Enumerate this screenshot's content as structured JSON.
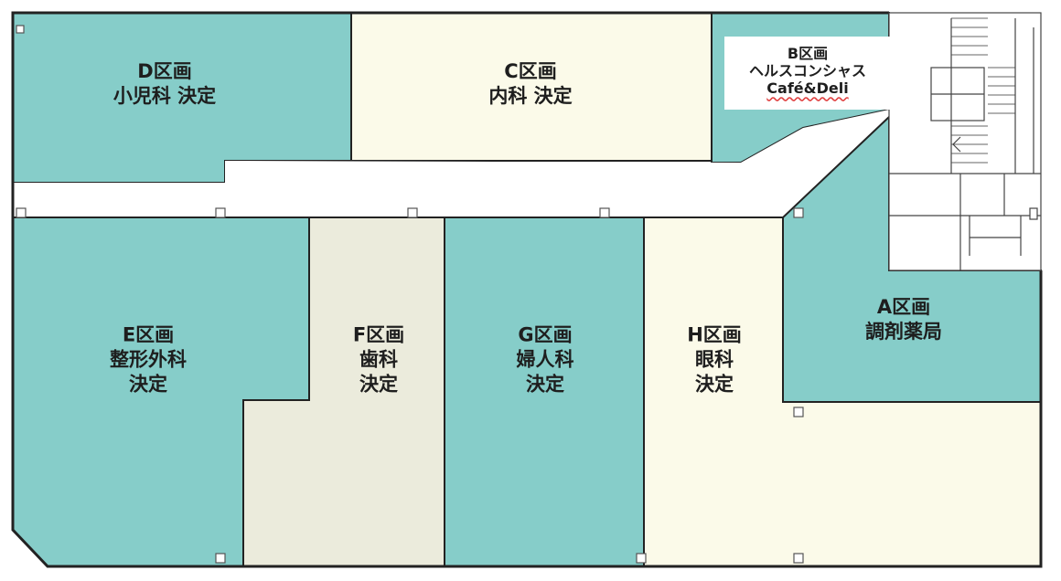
{
  "colors": {
    "teal": "#86CDC9",
    "cream": "#FBFAE9",
    "beige": "#EBEBDC",
    "corridor": "#FFFFFF",
    "wall": "#222222"
  },
  "zones": {
    "D": {
      "lines": [
        "D区画",
        "小児科 決定"
      ]
    },
    "C": {
      "lines": [
        "C区画",
        "内科 決定"
      ]
    },
    "B": {
      "lines": [
        "B区画",
        "ヘルスコンシャス",
        "Café&Deli"
      ]
    },
    "A": {
      "lines": [
        "A区画",
        "調剤薬局"
      ]
    },
    "E": {
      "lines": [
        "E区画",
        "整形外科",
        "決定"
      ]
    },
    "F": {
      "lines": [
        "F区画",
        "歯科",
        "決定"
      ]
    },
    "G": {
      "lines": [
        "G区画",
        "婦人科",
        "決定"
      ]
    },
    "H": {
      "lines": [
        "H区画",
        "眼科",
        "決定"
      ]
    }
  }
}
